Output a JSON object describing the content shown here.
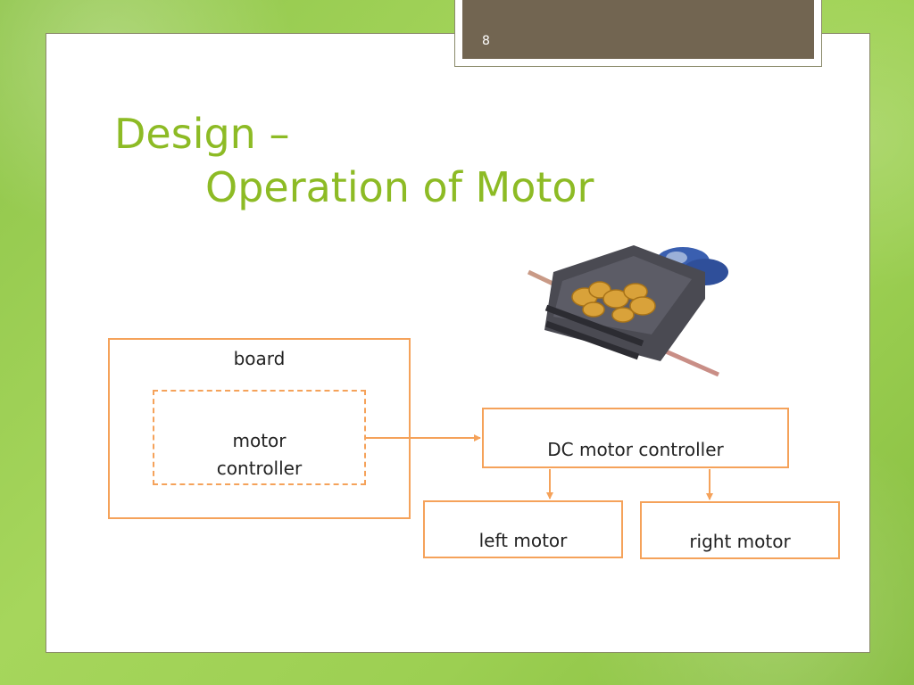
{
  "slide": {
    "page_number": "8",
    "title_line1": "Design –",
    "title_line2": "Operation of Motor"
  },
  "diagram": {
    "board_label": "board",
    "motor_controller_label_1": "motor",
    "motor_controller_label_2": "controller",
    "dc_motor_controller_label": "DC motor controller",
    "left_motor_label": "left motor",
    "right_motor_label": "right motor"
  },
  "image": {
    "icon": "dc-gearbox-motor-photo"
  },
  "colors": {
    "background": "#9ccf52",
    "accent": "#8dbb25",
    "box_border": "#f5a25a",
    "page_tab": "#726551"
  }
}
